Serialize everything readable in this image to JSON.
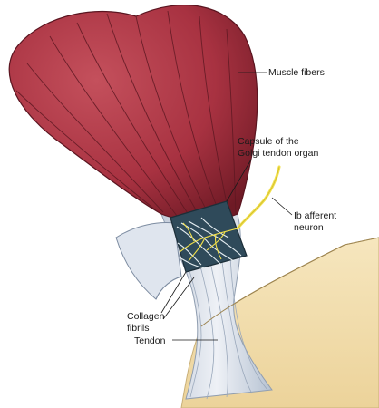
{
  "labels": {
    "muscle_fibers": "Muscle fibers",
    "capsule_line1": "Capsule of the",
    "capsule_line2": "Golgi tendon organ",
    "ib_line1": "Ib afferent",
    "ib_line2": "neuron",
    "collagen_line1": "Collagen",
    "collagen_line2": "fibrils",
    "tendon": "Tendon"
  },
  "colors": {
    "muscle": "#a83241",
    "muscle_dark": "#7a1e2b",
    "tendon": "#d4dce8",
    "tendon_shadow": "#9fb0c4",
    "bone": "#f2dfae",
    "nerve": "#f2e04a",
    "capsule_inner": "#2f4a5a"
  }
}
